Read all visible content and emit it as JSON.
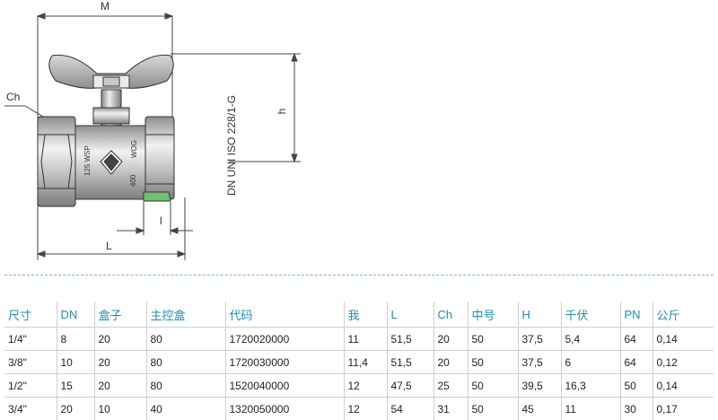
{
  "drawing": {
    "dim_M": "M",
    "dim_h": "h",
    "dim_Ch": "Ch",
    "dim_L": "L",
    "dim_l": "l",
    "standard_text": "DN UNI ISO 228/1-G",
    "body_mark_left": "125 WSP",
    "body_mark_right": "WOG",
    "body_mark_400": "400"
  },
  "table": {
    "headers": [
      "尺寸",
      "DN",
      "盒子",
      "主控盒",
      "代码",
      "我",
      "L",
      "Ch",
      "中号",
      "H",
      "千伏",
      "PN",
      "公斤"
    ],
    "rows": [
      [
        "1/4\"",
        "8",
        "20",
        "80",
        "1720020000",
        "11",
        "51,5",
        "20",
        "50",
        "37,5",
        "5,4",
        "64",
        "0,14"
      ],
      [
        "3/8\"",
        "10",
        "20",
        "80",
        "1720030000",
        "11,4",
        "51,5",
        "20",
        "50",
        "37,5",
        "6",
        "64",
        "0,12"
      ],
      [
        "1/2\"",
        "15",
        "20",
        "80",
        "1520040000",
        "12",
        "47,5",
        "25",
        "50",
        "39,5",
        "16,3",
        "50",
        "0,14"
      ],
      [
        "3/4\"",
        "20",
        "10",
        "40",
        "1320050000",
        "12",
        "54",
        "31",
        "50",
        "45",
        "11",
        "30",
        "0,17"
      ]
    ]
  }
}
